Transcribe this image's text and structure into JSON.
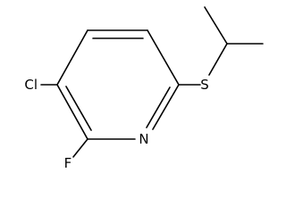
{
  "molecule": {
    "atoms": {
      "chlorine": "Cl",
      "fluorine": "F",
      "nitrogen": "N",
      "sulfur": "S"
    }
  }
}
